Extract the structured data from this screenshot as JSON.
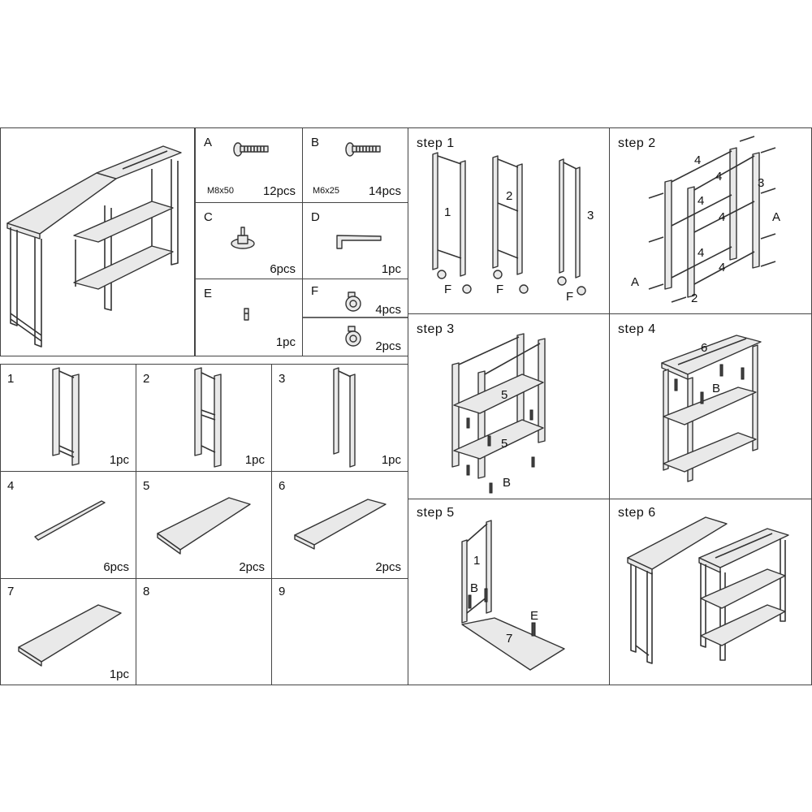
{
  "parts": {
    "A": {
      "letter": "A",
      "size": "M8x50",
      "qty": "12pcs",
      "icon": "bolt-icon"
    },
    "B": {
      "letter": "B",
      "size": "M6x25",
      "qty": "14pcs",
      "icon": "bolt-icon"
    },
    "C": {
      "letter": "C",
      "qty": "6pcs",
      "icon": "leveling-foot-icon"
    },
    "D": {
      "letter": "D",
      "qty": "1pc",
      "icon": "allen-key-icon"
    },
    "E": {
      "letter": "E",
      "qty": "1pc",
      "icon": "dowel-icon"
    },
    "F": {
      "letter": "F",
      "qty_locking": "4pcs",
      "qty_plain": "2pcs",
      "icon": "caster-wheel-icon"
    }
  },
  "components": [
    {
      "num": "1",
      "qty": "1pc",
      "icon": "end-frame-icon"
    },
    {
      "num": "2",
      "qty": "1pc",
      "icon": "ladder-frame-icon"
    },
    {
      "num": "3",
      "qty": "1pc",
      "icon": "side-rail-icon"
    },
    {
      "num": "4",
      "qty": "6pcs",
      "icon": "crossbar-icon"
    },
    {
      "num": "5",
      "qty": "2pcs",
      "icon": "shelf-board-icon"
    },
    {
      "num": "6",
      "qty": "2pcs",
      "icon": "top-board-icon"
    },
    {
      "num": "7",
      "qty": "1pc",
      "icon": "bottom-board-icon"
    },
    {
      "num": "8",
      "qty": ""
    },
    {
      "num": "9",
      "qty": ""
    }
  ],
  "steps": {
    "s1": {
      "title": "step 1",
      "labels": {
        "p1": "1",
        "p2": "2",
        "p3": "3",
        "f": "F"
      }
    },
    "s2": {
      "title": "step 2",
      "labels": {
        "n4": "4",
        "n3": "3",
        "n2": "2",
        "a": "A"
      }
    },
    "s3": {
      "title": "step 3",
      "labels": {
        "n5": "5",
        "b": "B"
      }
    },
    "s4": {
      "title": "step 4",
      "labels": {
        "n6": "6",
        "b": "B"
      }
    },
    "s5": {
      "title": "step 5",
      "labels": {
        "n1": "1",
        "b": "B",
        "e": "E",
        "n7": "7"
      }
    },
    "s6": {
      "title": "step 6"
    }
  }
}
